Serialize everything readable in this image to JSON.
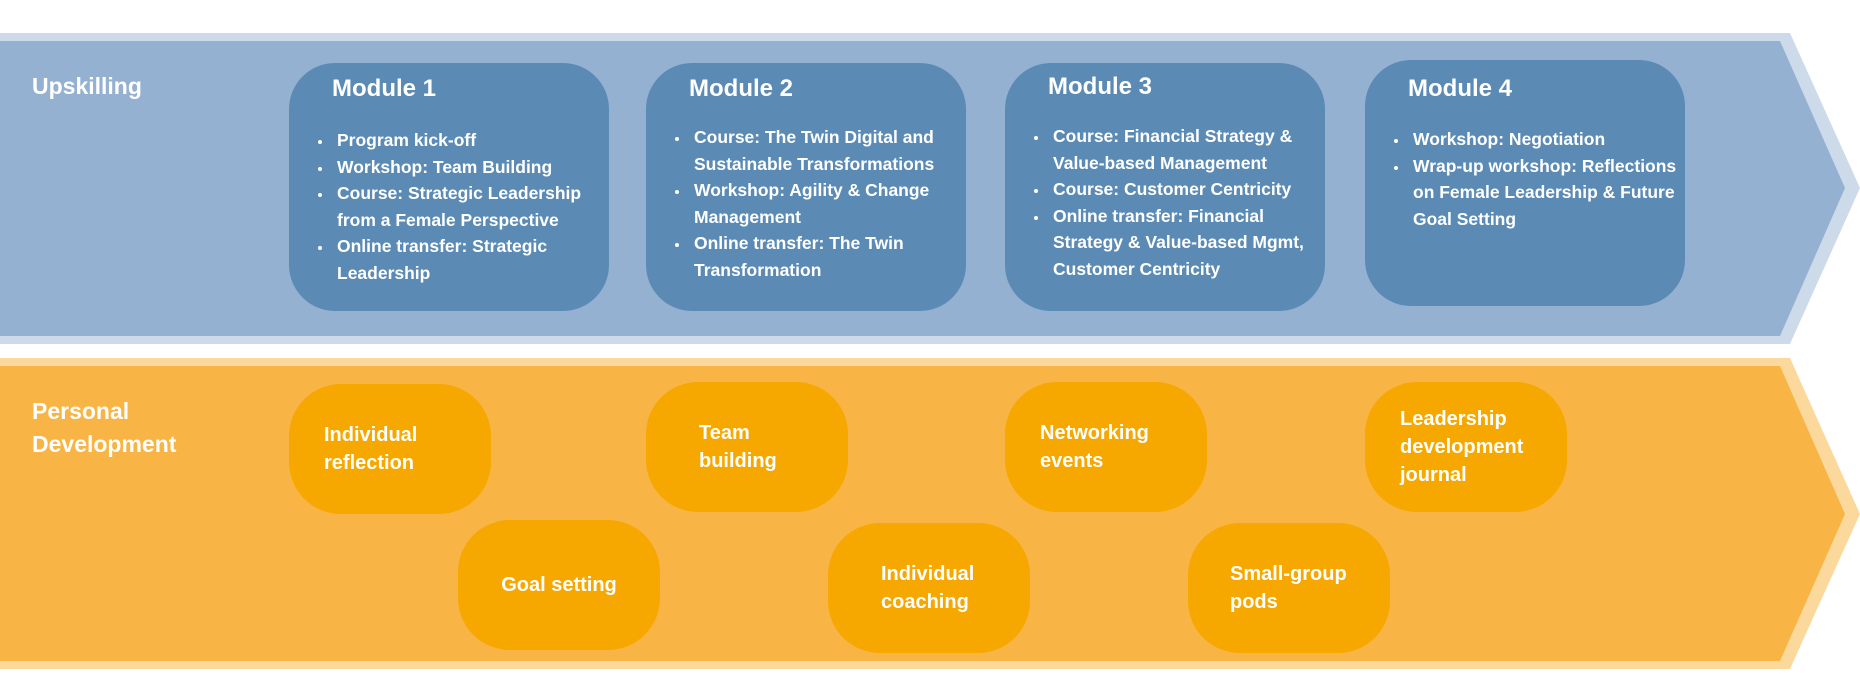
{
  "colors": {
    "upskilling_outer": "#cddae9",
    "upskilling_band": "#95b1d1",
    "module_box": "#5b8bb5",
    "personal_outer": "#fbd99c",
    "personal_band": "#f8b545",
    "pill": "#f6a700",
    "text": "#ffffff"
  },
  "upskilling": {
    "label": "Upskilling",
    "modules": [
      {
        "title": "Module 1",
        "items": [
          "Program kick-off",
          "Workshop: Team Building",
          "Course: Strategic Leadership from a Female Perspective",
          "Online transfer: Strategic Leadership"
        ]
      },
      {
        "title": "Module 2",
        "items": [
          "Course: The Twin Digital and Sustainable Transformations",
          "Workshop: Agility & Change Management",
          "Online transfer: The Twin Transformation"
        ]
      },
      {
        "title": "Module 3",
        "items": [
          "Course: Financial Strategy & Value-based Management",
          "Course: Customer Centricity",
          "Online transfer: Financial Strategy & Value-based Mgmt, Customer Centricity"
        ]
      },
      {
        "title": "Module 4",
        "items": [
          "Workshop: Negotiation",
          "Wrap-up workshop: Reflections on Female Leadership & Future Goal Setting"
        ]
      }
    ]
  },
  "personal": {
    "label": "Personal\nDevelopment",
    "activities": [
      "Individual\nreflection",
      "Team\nbuilding",
      "Networking\nevents",
      "Leadership\ndevelopment\njournal",
      "Goal setting",
      "Individual\ncoaching",
      "Small-group\npods"
    ]
  }
}
